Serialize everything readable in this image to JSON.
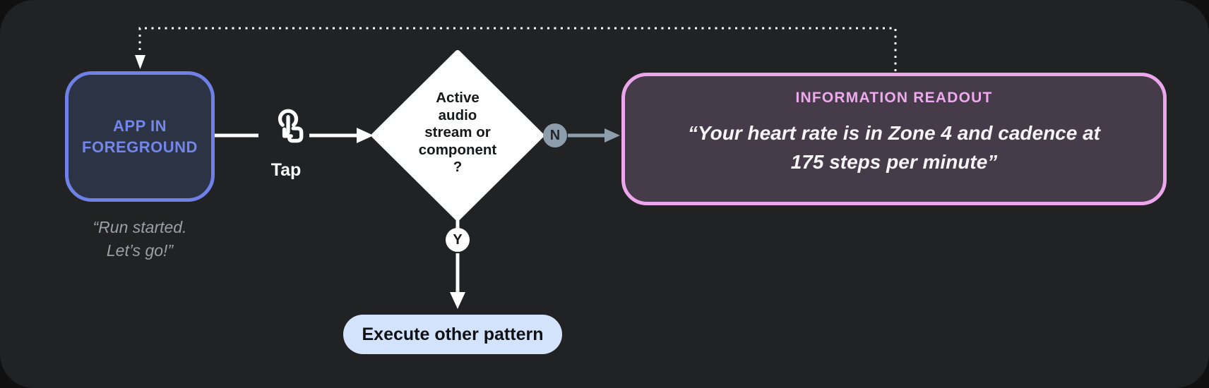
{
  "diagram": {
    "app_node": {
      "label": "APP IN\nFOREGROUND"
    },
    "app_utterance": "“Run started.\nLet’s go!”",
    "tap": {
      "label": "Tap",
      "icon": "tap-gesture-icon"
    },
    "decision": {
      "label": "Active\naudio\nstream or\ncomponent\n?"
    },
    "branch_no": {
      "label": "N"
    },
    "branch_yes": {
      "label": "Y"
    },
    "readout": {
      "title": "INFORMATION READOUT",
      "utterance": "“Your heart rate is in Zone 4 and cadence at\n175 steps per minute”"
    },
    "execute": {
      "label": "Execute other pattern"
    }
  },
  "colors": {
    "canvas_bg": "#212224",
    "app_border": "#6F80E6",
    "app_fill": "#2B3344",
    "app_text": "#7286EB",
    "quote_muted": "#9AA0A6",
    "connector_white": "#FFFFFF",
    "decision_fill": "#FFFFFF",
    "decision_text": "#17181A",
    "no_branch_accent": "#8E9DAC",
    "readout_border": "#ECA6EC",
    "readout_fill": "#463B48",
    "readout_title": "#EFA9EF",
    "readout_text": "#F7F4F7",
    "execute_fill": "#D3E3FC",
    "execute_text": "#101114"
  }
}
